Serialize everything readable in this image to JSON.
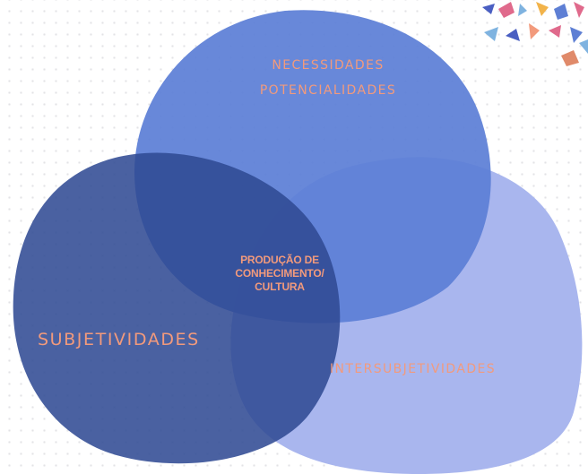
{
  "colors": {
    "blob_top": "#5d7fd6",
    "blob_left": "#2f4a93",
    "blob_right": "#a9b6ee",
    "label_text": "#f29a7c"
  },
  "diagram": {
    "top_circle": {
      "line1": "NECESSIDADES",
      "line2": "POTENCIALIDADES"
    },
    "left_circle": {
      "label": "SUBJETIVIDADES"
    },
    "right_circle": {
      "label": "INTERSUBJETIVIDADES"
    },
    "center": {
      "line1": "PRODUÇÃO DE",
      "line2": "CONHECIMENTO/",
      "line3": "CULTURA"
    }
  },
  "decoration": {
    "icon": "confetti-decoration-icon"
  }
}
